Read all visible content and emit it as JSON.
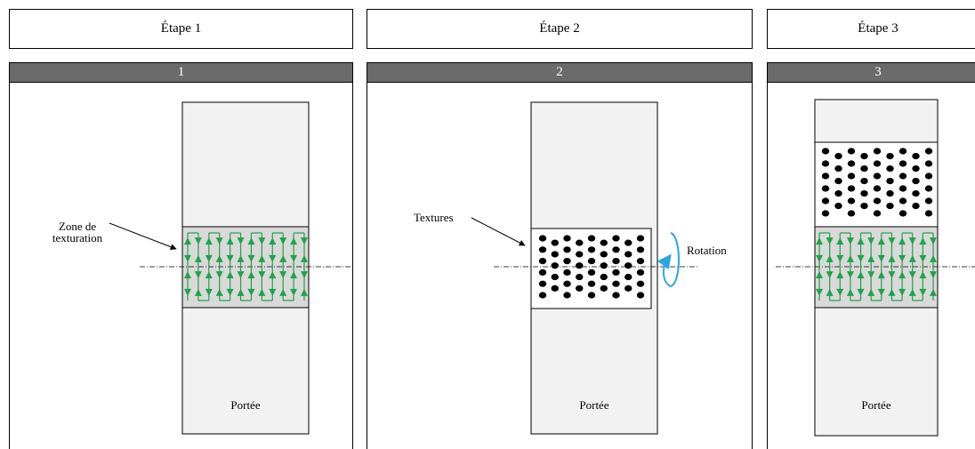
{
  "steps": [
    {
      "title": "Étape 1",
      "number": "1"
    },
    {
      "title": "Étape 2",
      "number": "2"
    },
    {
      "title": "Étape 3",
      "number": "3"
    }
  ],
  "labels": {
    "zone_line1": "Zone de",
    "zone_line2": "texturation",
    "textures": "Textures",
    "rotation": "Rotation",
    "portee": "Portée"
  },
  "colors": {
    "arrow_green": "#1fa34a",
    "band_gray": "#d9d9d9",
    "cylinder_fill": "#f2f2f2",
    "rotation_blue": "#2aa7e0",
    "header_gray": "#6b6b6b"
  }
}
